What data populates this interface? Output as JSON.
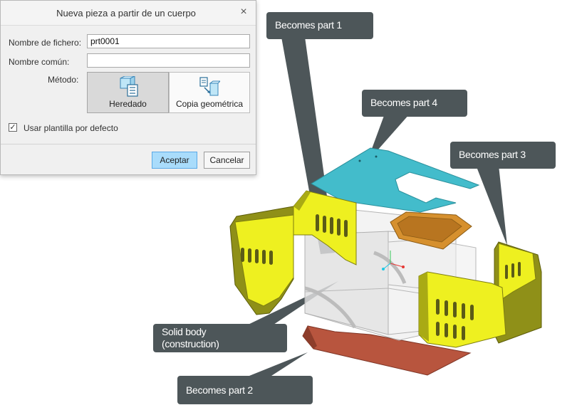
{
  "dialog": {
    "title": "Nueva pieza a partir de un cuerpo",
    "close_glyph": "×",
    "file_name_label": "Nombre de fichero:",
    "file_name_value": "prt0001",
    "common_name_label": "Nombre común:",
    "common_name_value": "",
    "method_label": "Método:",
    "methods": [
      {
        "label": "Heredado",
        "icon": "inheritance-icon",
        "selected": true
      },
      {
        "label": "Copia geométrica",
        "icon": "geometry-copy-icon",
        "selected": false
      }
    ],
    "default_template_label": "Usar plantilla por defecto",
    "default_template_checked": true,
    "check_glyph": "✓",
    "ok_label": "Aceptar",
    "cancel_label": "Cancelar"
  },
  "callouts": {
    "part1": "Becomes part 1",
    "part2": "Becomes part 2",
    "part3": "Becomes part 3",
    "part4": "Becomes part 4",
    "solid_body": "Solid body\n(construction)"
  },
  "colors": {
    "callout_bg": "#4d5659",
    "yellow_panel": "#eef020",
    "teal_cover": "#43bccb",
    "orange_tray": "#d6902e",
    "red_base": "#b8553e",
    "primary_button": "#a9dcfb"
  }
}
